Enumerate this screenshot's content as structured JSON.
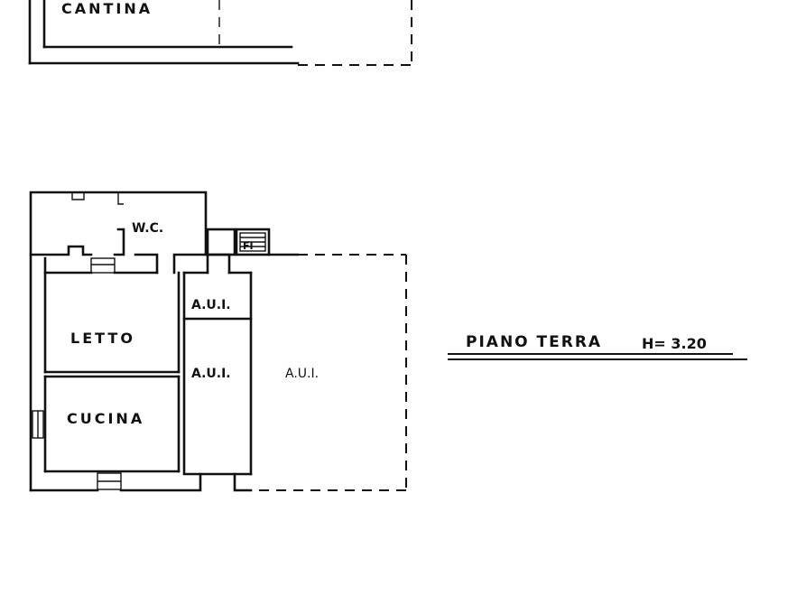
{
  "rooms": {
    "cantina": "CANTINA",
    "wc": "W.C.",
    "letto": "LETTO",
    "cucina": "CUCINA",
    "aui_small": "A.U.I.",
    "aui_mid": "A.U.I.",
    "aui_large": "A.U.I.",
    "fi": "FI"
  },
  "caption": {
    "floor": "PIANO TERRA",
    "height": "H= 3.20"
  },
  "icons": [
    "staircase-icon"
  ]
}
